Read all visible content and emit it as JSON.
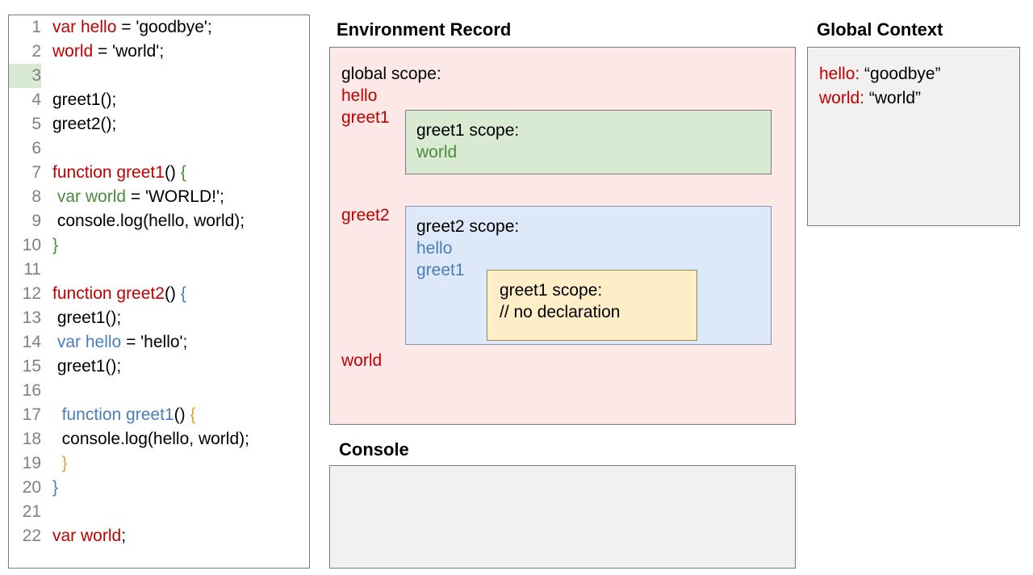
{
  "editor": {
    "highlighted_line": 3,
    "lines": [
      {
        "num": "1",
        "tokens": [
          {
            "t": "var hello",
            "c": "red"
          },
          {
            "t": " = 'goodbye';",
            "c": "black"
          }
        ]
      },
      {
        "num": "2",
        "tokens": [
          {
            "t": "world",
            "c": "red"
          },
          {
            "t": " = 'world';",
            "c": "black"
          }
        ]
      },
      {
        "num": "3",
        "tokens": [
          {
            "t": "",
            "c": "black"
          }
        ]
      },
      {
        "num": "4",
        "tokens": [
          {
            "t": "greet1();",
            "c": "black"
          }
        ]
      },
      {
        "num": "5",
        "tokens": [
          {
            "t": "greet2();",
            "c": "black"
          }
        ]
      },
      {
        "num": "6",
        "tokens": [
          {
            "t": "",
            "c": "black"
          }
        ]
      },
      {
        "num": "7",
        "tokens": [
          {
            "t": "function greet1",
            "c": "red"
          },
          {
            "t": "() ",
            "c": "black"
          },
          {
            "t": "{",
            "c": "green"
          }
        ]
      },
      {
        "num": "8",
        "tokens": [
          {
            "t": " ",
            "c": "black"
          },
          {
            "t": "var world",
            "c": "green"
          },
          {
            "t": " = 'WORLD!';",
            "c": "black"
          }
        ]
      },
      {
        "num": "9",
        "tokens": [
          {
            "t": " console.log(hello, world);",
            "c": "black"
          }
        ]
      },
      {
        "num": "10",
        "tokens": [
          {
            "t": "}",
            "c": "green"
          }
        ]
      },
      {
        "num": "11",
        "tokens": [
          {
            "t": "",
            "c": "black"
          }
        ]
      },
      {
        "num": "12",
        "tokens": [
          {
            "t": "function greet2",
            "c": "red"
          },
          {
            "t": "() ",
            "c": "black"
          },
          {
            "t": "{",
            "c": "blue"
          }
        ]
      },
      {
        "num": "13",
        "tokens": [
          {
            "t": " greet1();",
            "c": "black"
          }
        ]
      },
      {
        "num": "14",
        "tokens": [
          {
            "t": " ",
            "c": "black"
          },
          {
            "t": "var hello",
            "c": "blue"
          },
          {
            "t": " = 'hello';",
            "c": "black"
          }
        ]
      },
      {
        "num": "15",
        "tokens": [
          {
            "t": " greet1();",
            "c": "black"
          }
        ]
      },
      {
        "num": "16",
        "tokens": [
          {
            "t": "",
            "c": "black"
          }
        ]
      },
      {
        "num": "17",
        "tokens": [
          {
            "t": "  ",
            "c": "black"
          },
          {
            "t": "function greet1",
            "c": "blue"
          },
          {
            "t": "() ",
            "c": "black"
          },
          {
            "t": "{",
            "c": "orange"
          }
        ]
      },
      {
        "num": "18",
        "tokens": [
          {
            "t": "  console.log(hello, world);",
            "c": "black"
          }
        ]
      },
      {
        "num": "19",
        "tokens": [
          {
            "t": "  ",
            "c": "black"
          },
          {
            "t": "}",
            "c": "orange"
          }
        ]
      },
      {
        "num": "20",
        "tokens": [
          {
            "t": "}",
            "c": "blue"
          }
        ]
      },
      {
        "num": "21",
        "tokens": [
          {
            "t": "",
            "c": "black"
          }
        ]
      },
      {
        "num": "22",
        "tokens": [
          {
            "t": "var world",
            "c": "red"
          },
          {
            "t": ";",
            "c": "black"
          }
        ]
      }
    ]
  },
  "environment_record": {
    "title": "Environment Record",
    "global_scope_heading": "global scope:",
    "global_bindings": {
      "hello": "hello",
      "greet1": "greet1",
      "greet2": "greet2",
      "world": "world"
    },
    "greet1_scope": {
      "heading": "greet1 scope:",
      "bindings": [
        "world"
      ]
    },
    "greet2_scope": {
      "heading": "greet2 scope:",
      "bindings": [
        "hello",
        "greet1"
      ],
      "nested_greet1_scope": {
        "heading": "greet1 scope:",
        "note": "// no declaration"
      }
    }
  },
  "console": {
    "title": "Console",
    "lines": []
  },
  "global_context": {
    "title": "Global Context",
    "entries": [
      {
        "key": "hello:",
        "value": "“goodbye”"
      },
      {
        "key": "world:",
        "value": "“world”"
      }
    ]
  },
  "colors": {
    "red": "#c00000",
    "green": "#4c8b3e",
    "blue": "#4a7ebb",
    "orange": "#e8a33d",
    "global_scope_bg": "#fce8e6",
    "greet1_scope_bg": "#d9ead3",
    "greet2_scope_bg": "#dde8f8",
    "nested_greet1_bg": "#fdeec8",
    "panel_bg": "#f1f1f1",
    "line_highlight": "#d9ead3",
    "border": "#7a7a7a"
  }
}
